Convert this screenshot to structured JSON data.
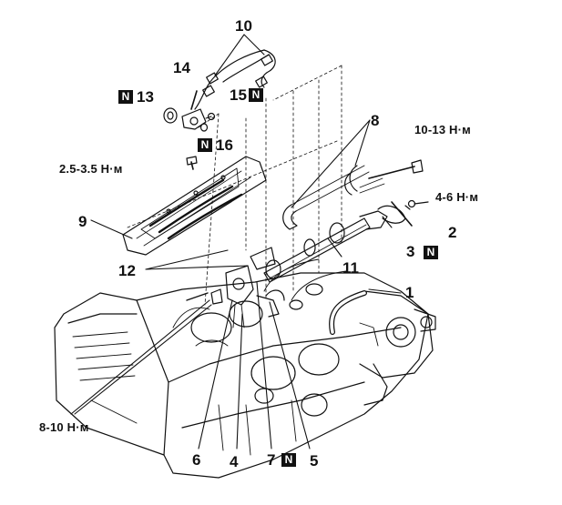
{
  "new_part_mark": "N",
  "callouts": {
    "c1": "1",
    "c2": "2",
    "c3": "3",
    "c4": "4",
    "c5": "5",
    "c6": "6",
    "c7": "7",
    "c8a": "8",
    "c9": "9",
    "c10": "10",
    "c11": "11",
    "c12": "12",
    "c13": "13",
    "c14": "14",
    "c15": "15",
    "c16": "16"
  },
  "torques": {
    "t_10_13": "10-13 Н·м",
    "t_4_6": "4-6 Н·м",
    "t_2_5_3_5": "2.5-3.5 Н·м",
    "t_8_10": "8-10 Н·м"
  },
  "colors": {
    "ink": "#111111",
    "background": "#ffffff"
  }
}
